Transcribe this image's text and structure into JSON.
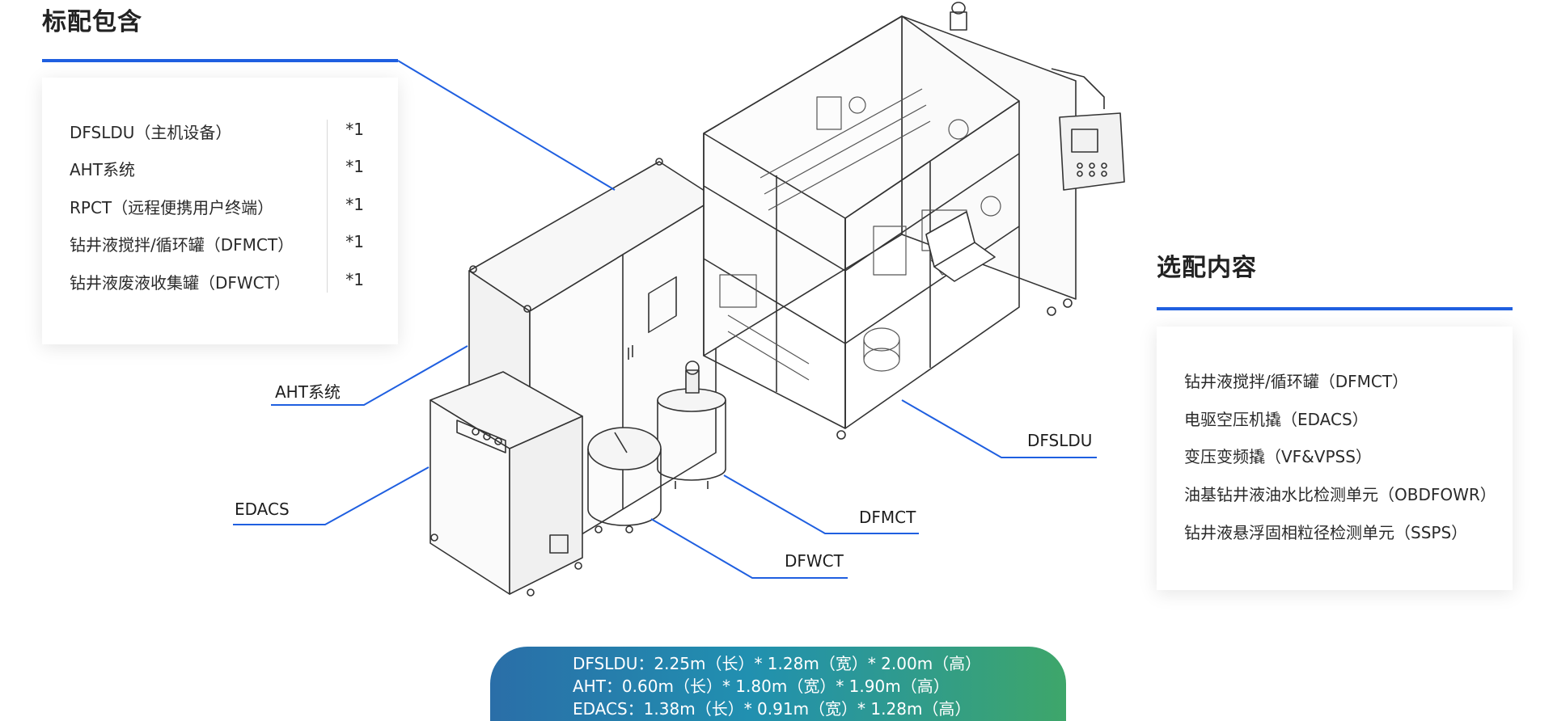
{
  "standard": {
    "title": "标配包含",
    "items": [
      {
        "name": "DFSLDU（主机设备）",
        "qty": "*1"
      },
      {
        "name": "AHT系统",
        "qty": "*1"
      },
      {
        "name": "RPCT（远程便携用户终端）",
        "qty": "*1"
      },
      {
        "name": "钻井液搅拌/循环罐（DFMCT）",
        "qty": "*1"
      },
      {
        "name": "钻井液废液收集罐（DFWCT）",
        "qty": "*1"
      }
    ]
  },
  "optional": {
    "title": "选配内容",
    "items": [
      "钻井液搅拌/循环罐（DFMCT）",
      "电驱空压机撬（EDACS）",
      "变压变频撬（VF&VPSS）",
      "油基钻井液油水比检测单元（OBDFOWR）",
      "钻井液悬浮固相粒径检测单元（SSPS）"
    ]
  },
  "callouts": {
    "aht": "AHT系统",
    "edacs": "EDACS",
    "dfsldu": "DFSLDU",
    "dfmct": "DFMCT",
    "dfwct": "DFWCT"
  },
  "dimensions": [
    "DFSLDU：2.25m（长）* 1.28m（宽）* 2.00m（高）",
    "AHT：0.60m（长）* 1.80m（宽）* 1.90m（高）",
    "EDACS：1.38m（长）* 0.91m（宽）* 1.28m（高）"
  ],
  "colors": {
    "accent_blue": "#1f5fe0",
    "gradient_start": "#2a6ea8",
    "gradient_end": "#3ea66a"
  }
}
